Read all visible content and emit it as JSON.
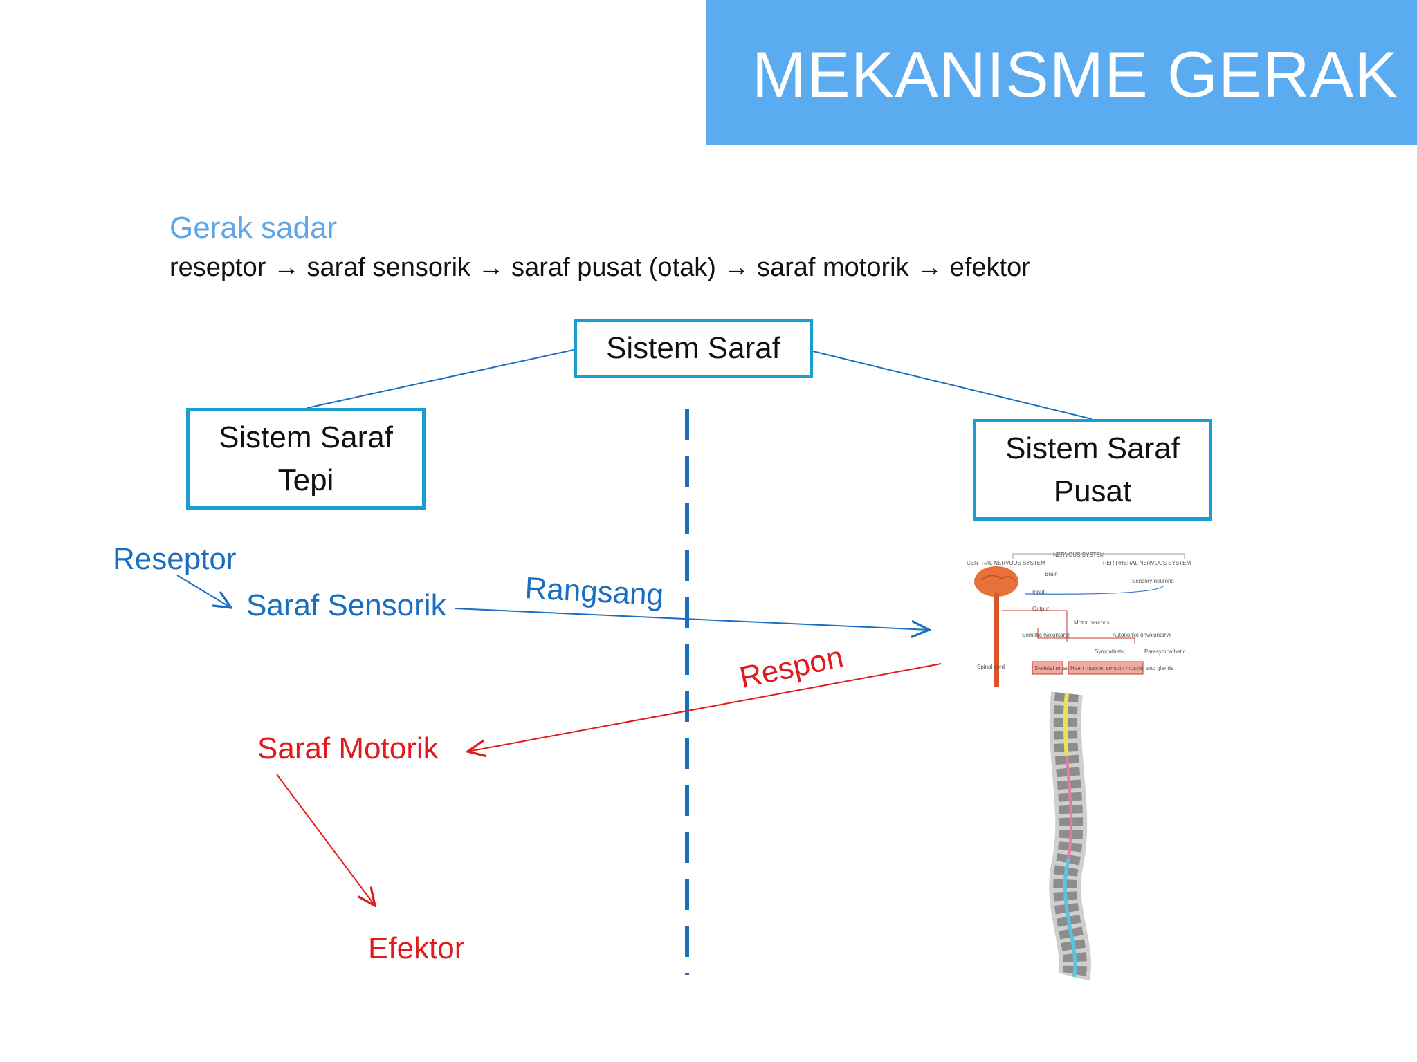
{
  "header": {
    "title": "MEKANISME GERAK"
  },
  "intro": {
    "subtitle": "Gerak sadar",
    "flow": "reseptor → saraf sensorik → saraf pusat (otak) → saraf motorik → efektor"
  },
  "diagram": {
    "root_box": "Sistem Saraf",
    "left_box": [
      "Sistem Saraf",
      "Tepi"
    ],
    "right_box": [
      "Sistem Saraf",
      "Pusat"
    ],
    "labels": {
      "reseptor": "Reseptor",
      "saraf_sensorik": "Saraf Sensorik",
      "rangsang": "Rangsang",
      "respon": "Respon",
      "saraf_motorik": "Saraf Motorik",
      "efektor": "Efektor"
    }
  },
  "figure": {
    "nervous_system": "NERVOUS SYSTEM",
    "cns": "CENTRAL NERVOUS SYSTEM",
    "pns": "PERIPHERAL NERVOUS SYSTEM",
    "brain": "Brain",
    "sensory": "Sensory neurons",
    "input": "Input",
    "output": "Output",
    "motor": "Motor neurons",
    "somatic": "Somatic (voluntary)",
    "autonomic": "Autonomic (involuntary)",
    "sympathetic": "Sympathetic",
    "parasympathetic": "Parasympathetic",
    "spinal_cord": "Spinal cord",
    "skeletal": "Skeletal muscle",
    "heart": "Heart muscle, smooth muscle, and glands"
  },
  "colors": {
    "title_bar": "#5aabf0",
    "box_border": "#1a9dd1",
    "blue_text": "#1a6ec0",
    "red_text": "#e11b1b"
  }
}
